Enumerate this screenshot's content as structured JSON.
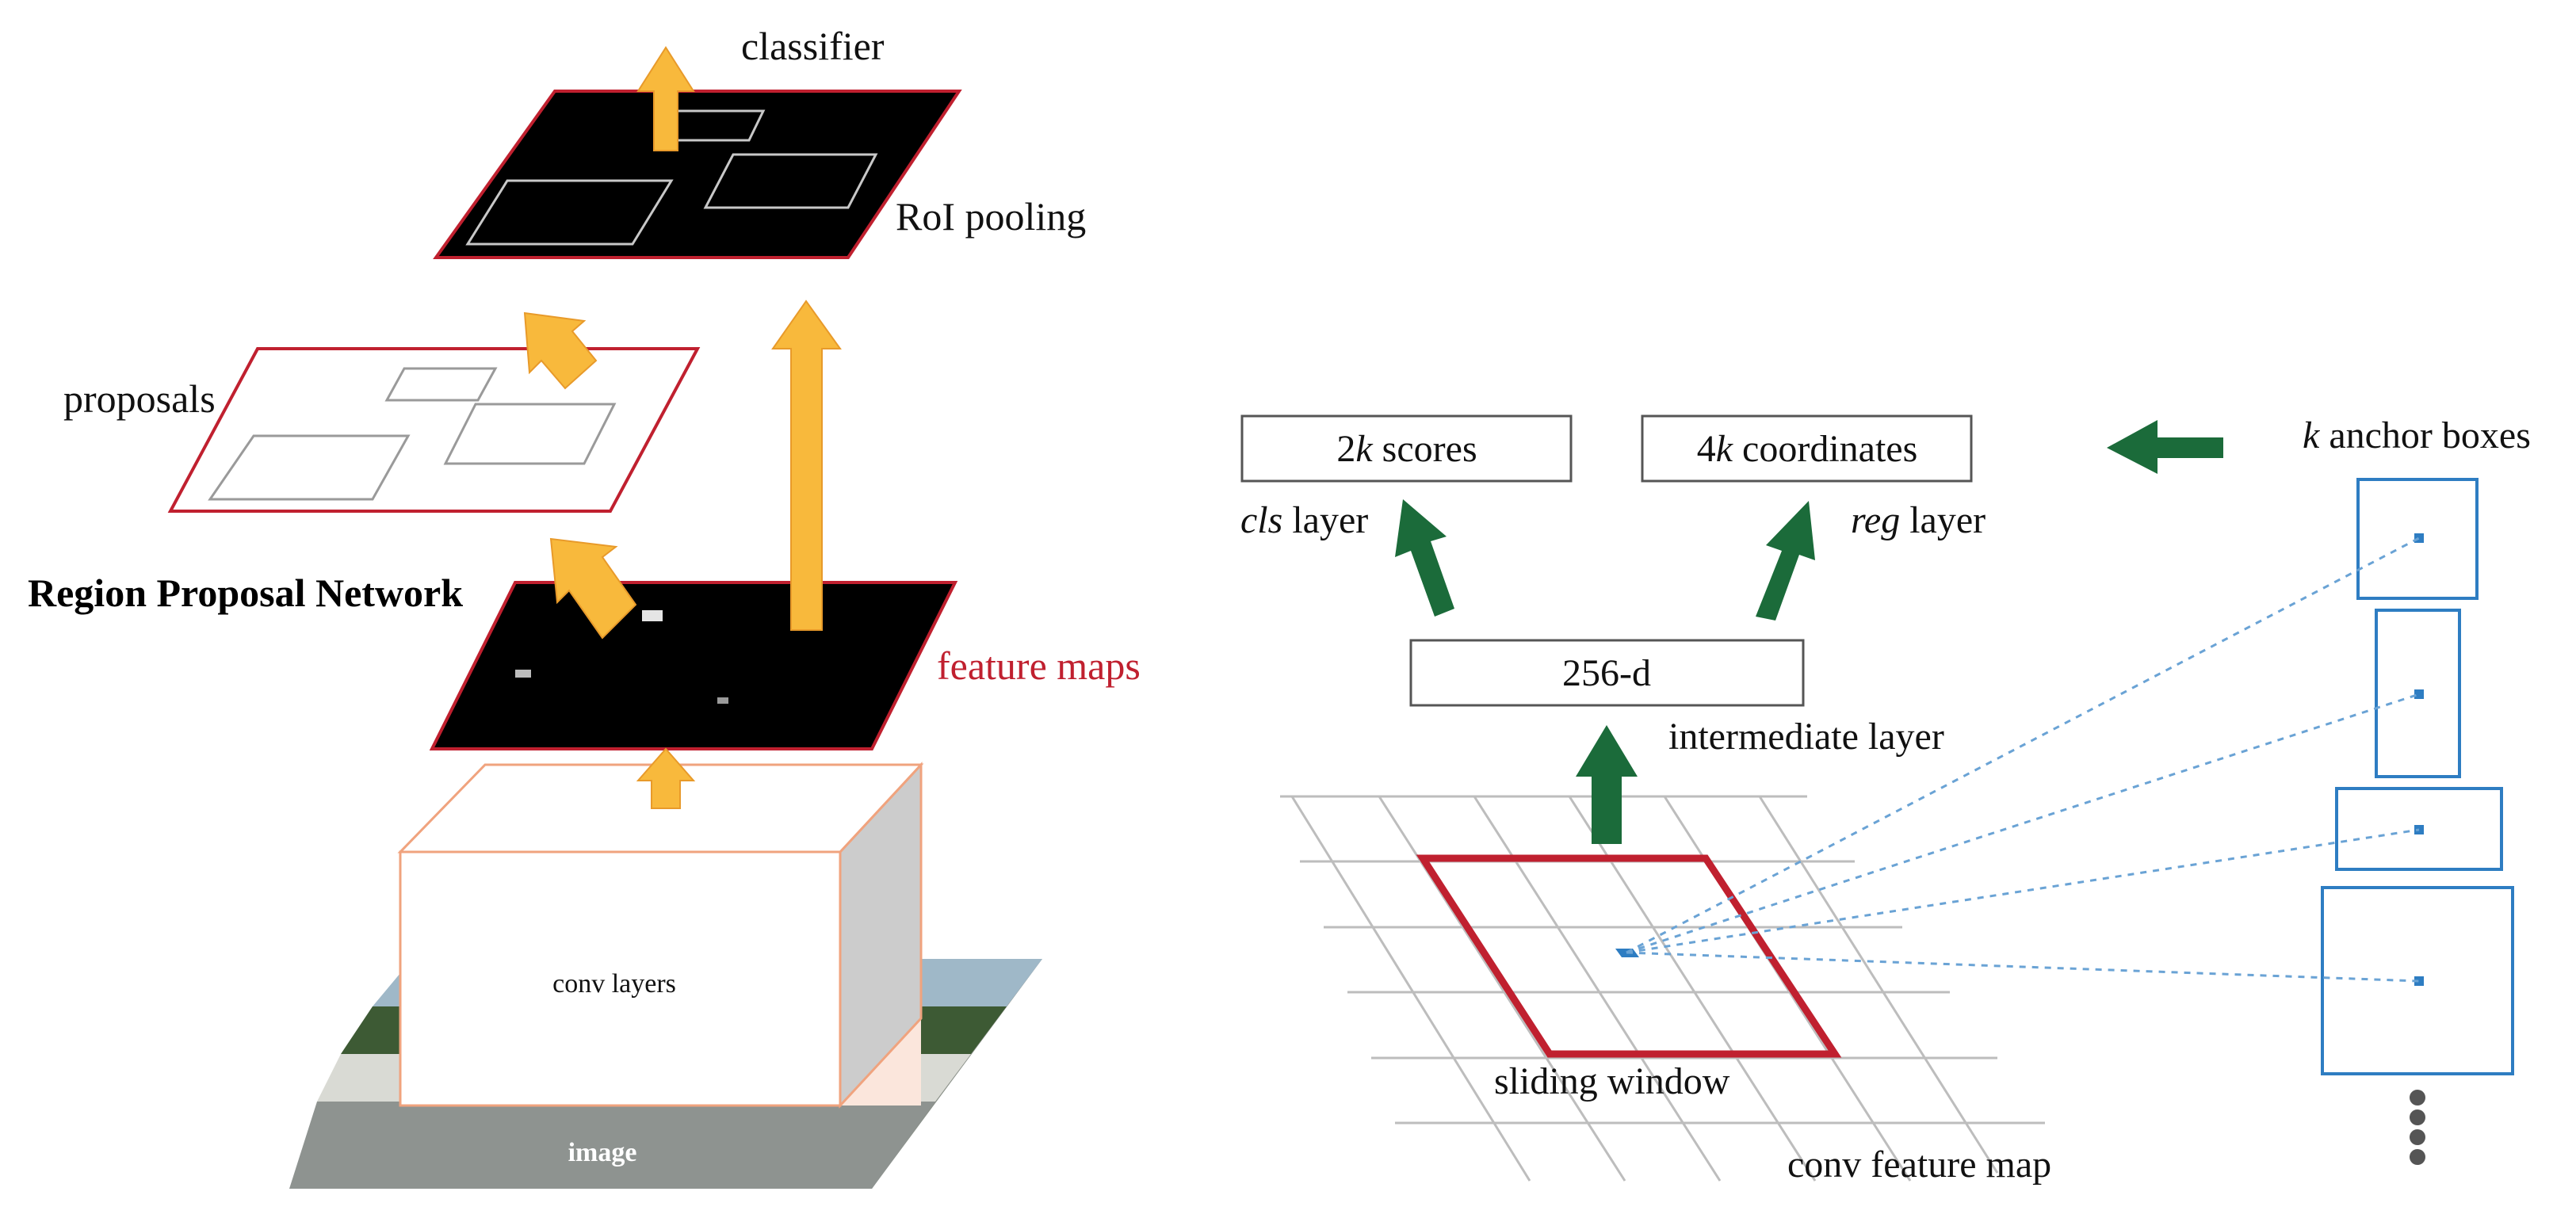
{
  "left_diagram": {
    "classifier": "classifier",
    "roi_pooling": "RoI pooling",
    "proposals": "proposals",
    "rpn": "Region Proposal Network",
    "feature_maps": "feature maps",
    "conv_layers": "conv layers",
    "image": "image"
  },
  "right_diagram": {
    "scores_prefix": "2",
    "scores_k": "k",
    "scores_suffix": " scores",
    "coords_prefix": "4",
    "coords_k": "k",
    "coords_suffix": " coordinates",
    "cls_italic": "cls",
    "cls_suffix": " layer",
    "reg_italic": "reg",
    "reg_suffix": " layer",
    "intermediate_box": "256-d",
    "intermediate_layer": "intermediate layer",
    "anchor_k": "k",
    "anchor_suffix": " anchor boxes",
    "sliding_window": "sliding window",
    "conv_feature_map": "conv feature map"
  },
  "colors": {
    "arrow_yellow": "#f8b93c",
    "arrow_green": "#1b6b3a",
    "border_red": "#c0202f",
    "anchor_blue": "#2e7dc2",
    "feature_map_black": "#000000"
  }
}
